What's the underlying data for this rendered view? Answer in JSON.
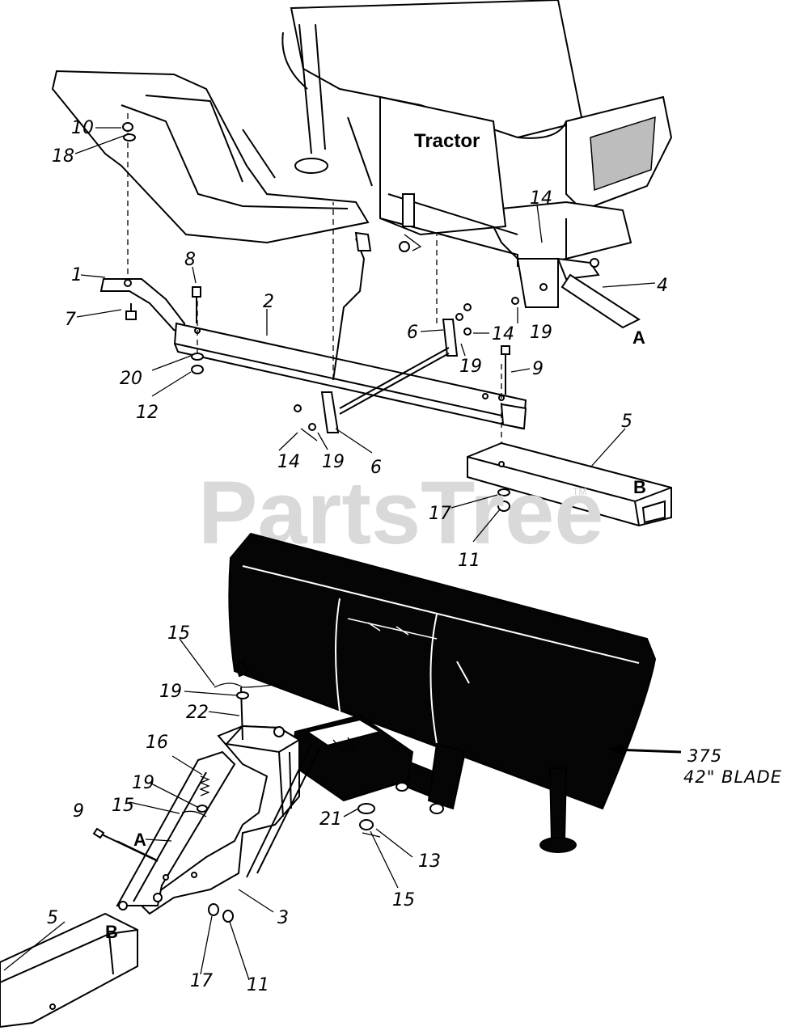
{
  "labels": {
    "tractor": "Tractor",
    "blade_model": "375",
    "blade_size": "42\" BLADE",
    "watermark": "PartsTree",
    "trademark": "TM"
  },
  "letters": {
    "a_top": "A",
    "b_top": "B",
    "a_bottom": "A",
    "b_bottom": "B"
  },
  "callouts": {
    "c10": "10",
    "c18": "18",
    "c14_top": "14",
    "c4": "4",
    "c1": "1",
    "c8": "8",
    "c7": "7",
    "c2": "2",
    "c6_right": "6",
    "c14_mid": "14",
    "c19_right": "19",
    "c19_mid": "19",
    "c9_top": "9",
    "c20": "20",
    "c12": "12",
    "c5_top": "5",
    "c14_low": "14",
    "c19_low": "19",
    "c6_low": "6",
    "c17_top": "17",
    "c11_top": "11",
    "c15_top": "15",
    "c19_pin": "19",
    "c22": "22",
    "c16": "16",
    "c19_spring": "19",
    "c15_mid": "15",
    "c9_bottom": "9",
    "c21": "21",
    "c13": "13",
    "c15_bottom": "15",
    "c3": "3",
    "c5_bottom": "5",
    "c17_bottom": "17",
    "c11_bottom": "11"
  }
}
